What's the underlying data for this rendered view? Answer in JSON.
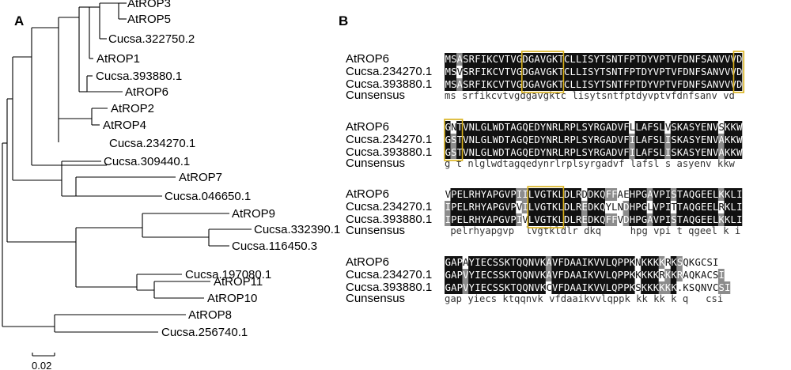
{
  "panel_a": {
    "label": "A",
    "scale_bar": "0.02",
    "taxa": [
      "AtROP3",
      "AtROP5",
      "Cucsa.322750.2",
      "AtROP1",
      "Cucsa.393880.1",
      "AtROP6",
      "AtROP2",
      "AtROP4",
      "Cucsa.234270.1",
      "Cucsa.309440.1",
      "AtROP7",
      "Cucsa.046650.1",
      "AtROP9",
      "Cucsa.332390.1",
      "Cucsa.116450.3",
      "Cucsa.197080.1",
      "AtROP11",
      "AtROP10",
      "AtROP8",
      "Cucsa.256740.1"
    ]
  },
  "panel_b": {
    "label": "B",
    "consensus_label": "Cunsensus",
    "blocks": [
      {
        "names": [
          "AtROP6",
          "Cucsa.234270.1",
          "Cucsa.393880.1"
        ],
        "rows": [
          "MSASRFIKCVTVGDGAVGKTCLLISYTSNTFPTDYVPTVFDNFSANVVVD",
          "MSVSRFIKCVTVGDGAVGKTCLLISYTSNTFPTDYVPTVFDNFSANVVVD",
          "MSASRFIKCVTVGDGAVGKTCLLISYTSNTFPTDYVPTVFDNFSANVVVD"
        ],
        "consensus": "ms srfikcvtvgdgavgktc lisytsntfptdyvptvfdnfsanv vd"
      },
      {
        "names": [
          "AtROP6",
          "Cucsa.234270.1",
          "Cucsa.393880.1"
        ],
        "rows": [
          "GNTVNLGLWDTAGQEDYNRLRPLSYRGADVFLLAFSLVSKASYENVSKKW",
          "GSTVNLGLWDTAGQEDYNRLRPLSYRGADVFILAFSLISKASYENVAKKW",
          "GSTVNLGLWDTAGQEDYNRLRPLSYRGADVFILAFSLISKASYENVAKKW"
        ],
        "consensus": "g t nlglwdtagqedynrlrplsyrgadvf lafsl s asyenv kkw"
      },
      {
        "names": [
          "AtROP6",
          "Cucsa.234270.1",
          "Cucsa.393880.1"
        ],
        "rows": [
          "VPELRHYAPGVPIILVGTKLDLRDDKQFFAEHPGAVPISTAQGEELKKLI",
          "IPELRHYAPGVPVILVGTKLDLREDKQYLNDHPGLVPITTAQGEELRKLI",
          "IPELRHYAPGVPIVLVGTKLDLREDKQFFVDHPGAVPISTAQGEELKKLI"
        ],
        "consensus": " pelrhyapgvp  lvgtkldlr dkq     hpg vpi t qgeel k i"
      },
      {
        "names": [
          "AtROP6",
          "Cucsa.234270.1",
          "Cucsa.393880.1"
        ],
        "rows": [
          "GAPAYIECSSKTQQNVKAVFDAAIKVVLQPPKNKKKKRKSQKGCSI",
          "GAPVYIECSSKTQQNVKAVFDAAIKVVLQPPKKKKKRKKRAQKACSI",
          "GAPVYIECSSKTQQNVKCVFDAAIKVVLQPPKSKKKKKK.KSQNVCSI"
        ],
        "consensus": "gap yiecs ktqqnvk vfdaaikvvlqppk kk kk k q   csi"
      }
    ]
  }
}
